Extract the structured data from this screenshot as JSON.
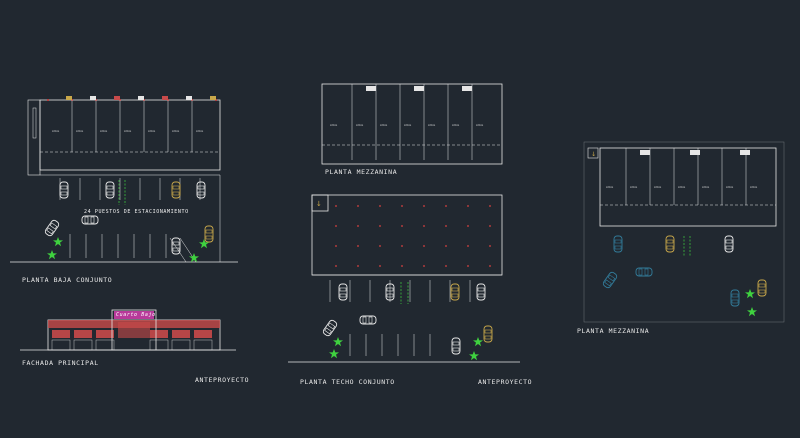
{
  "sheets": {
    "ground_floor": {
      "label": "PLANTA BAJA CONJUNTO",
      "parking_note": "24 PUESTOS DE ESTACIONAMIENTO"
    },
    "facade": {
      "label": "FACHADA PRINCIPAL",
      "sign": "Cuarto Bajo"
    },
    "mezzanine_center": {
      "label": "PLANTA MEZZANINA"
    },
    "roof": {
      "label": "PLANTA TECHO CONJUNTO"
    },
    "mezzanine_right": {
      "label": "PLANTA MEZZANINA"
    },
    "stamp_left": {
      "label": "ANTEPROYECTO"
    },
    "stamp_right": {
      "label": "ANTEPROYECTO"
    }
  },
  "colors": {
    "background": "#212830",
    "wall": "#e6e6e6",
    "grid_dot": "#d94040",
    "car_white": "#e8e8e8",
    "car_yellow": "#c9a84a",
    "car_cyan": "#3aa0c8",
    "tree": "#3fd13f",
    "facade_red": "#c84a4a",
    "sign_magenta": "#b83a9a"
  }
}
